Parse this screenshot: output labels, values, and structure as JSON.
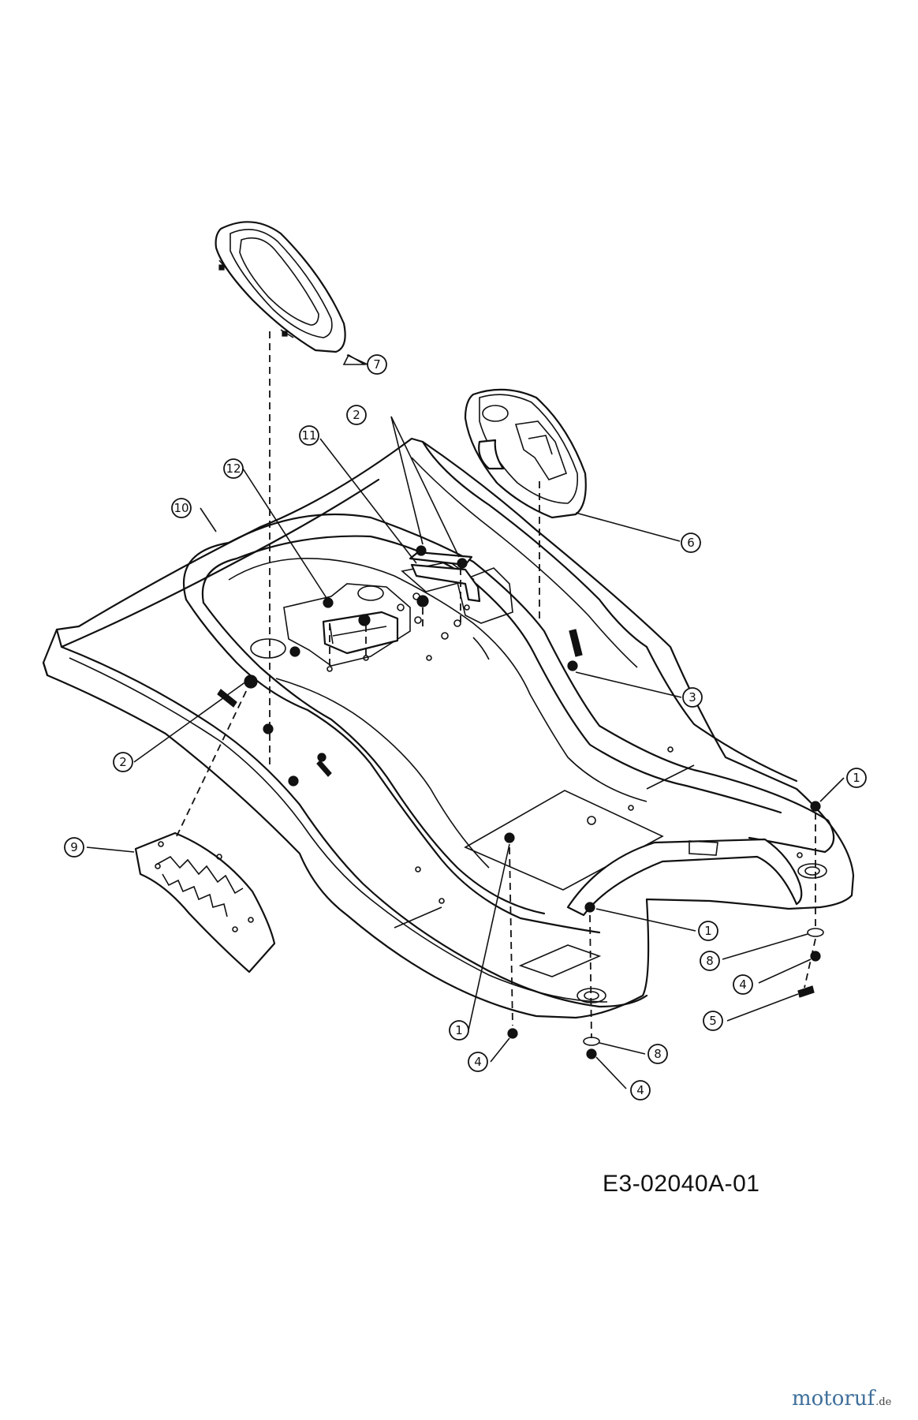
{
  "drawing_code": "E3-02040A-01",
  "watermark": {
    "text": "motoruf",
    "suffix": ".de",
    "color": "#3f6f9b"
  },
  "callouts": [
    "7",
    "2",
    "11",
    "12",
    "10",
    "6",
    "3",
    "2",
    "1",
    "9",
    "1",
    "8",
    "4",
    "5",
    "1",
    "4",
    "8",
    "4"
  ]
}
